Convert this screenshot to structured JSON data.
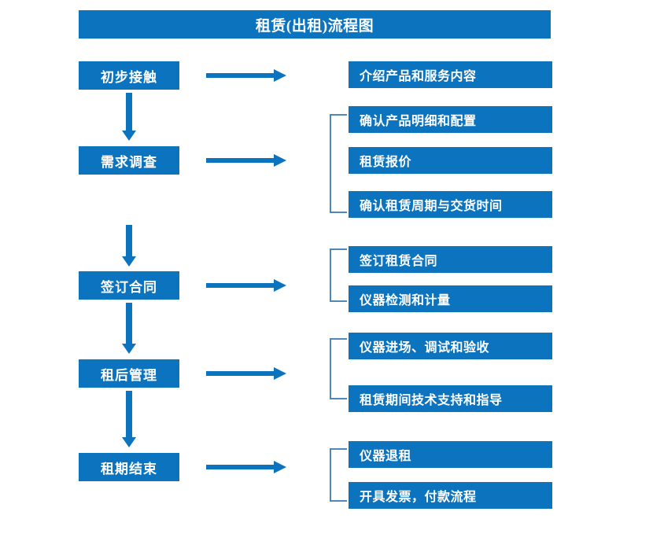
{
  "title": "租赁(出租)流程图",
  "accent_color": "#0C73BE",
  "bracket_color": "#4E87B8",
  "text_color": "#FFFFFF",
  "background_color": "#FFFFFF",
  "stages": [
    {
      "label": "初步接触"
    },
    {
      "label": "需求调查"
    },
    {
      "label": "签订合同"
    },
    {
      "label": "租后管理"
    },
    {
      "label": "租期结束"
    }
  ],
  "details": [
    {
      "label": "介绍产品和服务内容"
    },
    {
      "label": "确认产品明细和配置"
    },
    {
      "label": "租赁报价"
    },
    {
      "label": "确认租赁周期与交货时间"
    },
    {
      "label": "签订租赁合同"
    },
    {
      "label": "仪器检测和计量"
    },
    {
      "label": "仪器进场、调试和验收"
    },
    {
      "label": "租赁期间技术支持和指导"
    },
    {
      "label": "仪器退租"
    },
    {
      "label": "开具发票，付款流程"
    }
  ],
  "groups": [
    {
      "stage": "初步接触",
      "items": [
        "介绍产品和服务内容"
      ]
    },
    {
      "stage": "需求调查",
      "items": [
        "确认产品明细和配置",
        "租赁报价",
        "确认租赁周期与交货时间"
      ]
    },
    {
      "stage": "签订合同",
      "items": [
        "签订租赁合同",
        "仪器检测和计量"
      ]
    },
    {
      "stage": "租后管理",
      "items": [
        "仪器进场、调试和验收",
        "租赁期间技术支持和指导"
      ]
    },
    {
      "stage": "租期结束",
      "items": [
        "仪器退租",
        "开具发票，付款流程"
      ]
    }
  ]
}
